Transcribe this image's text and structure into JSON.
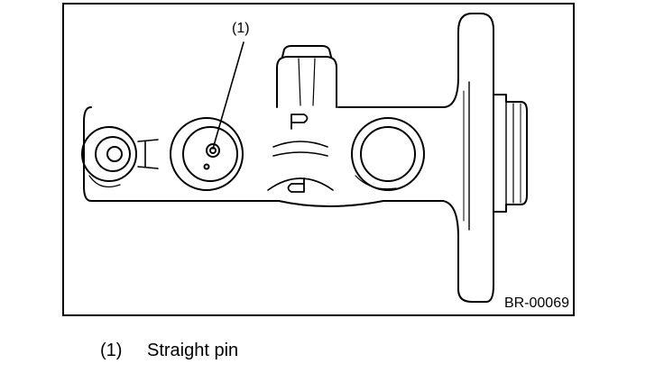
{
  "figure": {
    "callout_label": "(1)",
    "code": "BR-00069"
  },
  "legend": {
    "items": [
      {
        "number": "(1)",
        "text": "Straight pin"
      }
    ]
  }
}
